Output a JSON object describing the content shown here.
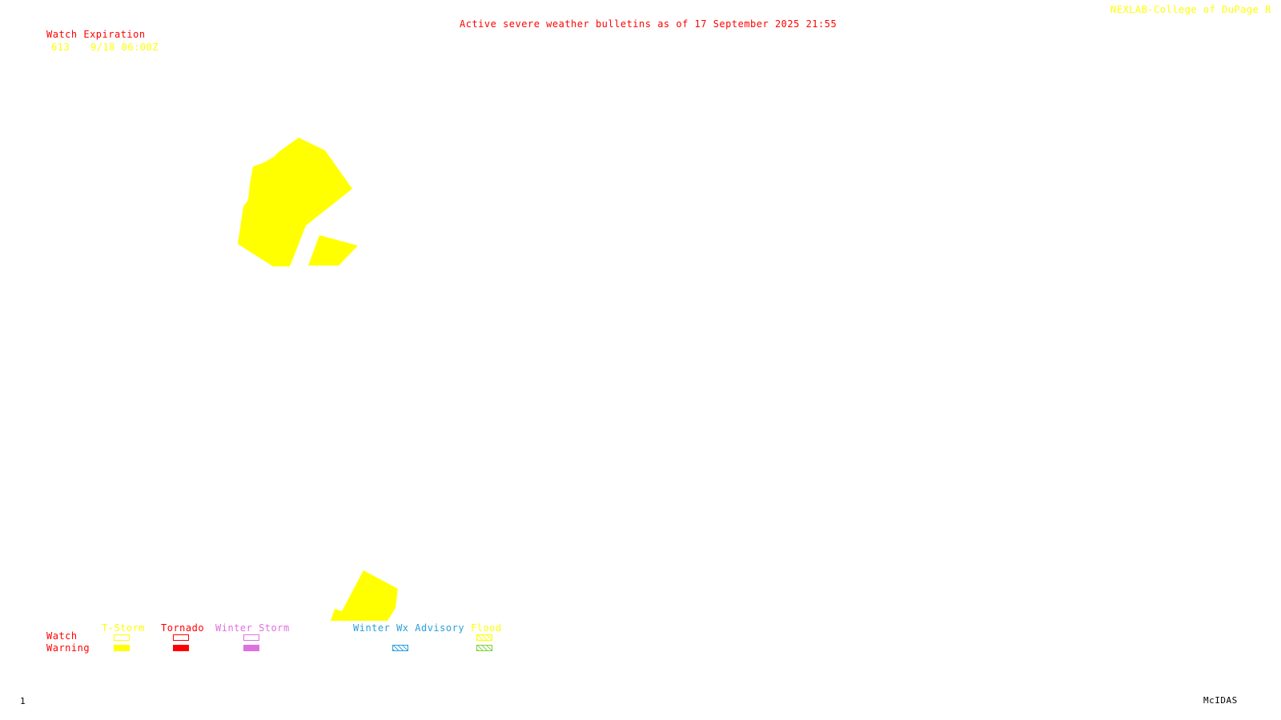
{
  "header": {
    "title": "Active severe weather bulletins as of 17 September 2025 21:55",
    "source": "NEXLAB-College of DuPage R"
  },
  "watch_table": {
    "heading": "Watch Expiration",
    "rows": [
      {
        "number": "613",
        "expiration": "9/18 06:00Z"
      }
    ]
  },
  "legend": {
    "row_labels": {
      "watch": "Watch",
      "warning": "Warning"
    },
    "columns": [
      {
        "label": "T-Storm",
        "color": "#ffff00",
        "watch_style": "outline",
        "warning_style": "solid"
      },
      {
        "label": "Tornado",
        "color": "#ff0000",
        "watch_style": "outline",
        "warning_style": "solid"
      },
      {
        "label": "Winter Storm",
        "color": "#e070e0",
        "watch_style": "outline",
        "warning_style": "solid"
      },
      {
        "label": "Winter Wx Advisory",
        "color": "#2aa0e0",
        "watch_style": "none",
        "warning_style": "hatched"
      },
      {
        "label": "Flood",
        "color": "#ffff00",
        "warning_color": "#80d040",
        "watch_style": "hatched",
        "warning_style": "hatched"
      }
    ]
  },
  "map": {
    "active_areas": [
      {
        "type": "T-Storm Warning",
        "color": "#ffff00"
      },
      {
        "type": "T-Storm Warning",
        "color": "#ffff00"
      },
      {
        "type": "T-Storm Warning",
        "color": "#ffff00"
      }
    ]
  },
  "footer": {
    "frame_number": "1",
    "software": "McIDAS"
  },
  "colors": {
    "red": "#ff0000",
    "yellow": "#ffff00",
    "black": "#000000"
  }
}
